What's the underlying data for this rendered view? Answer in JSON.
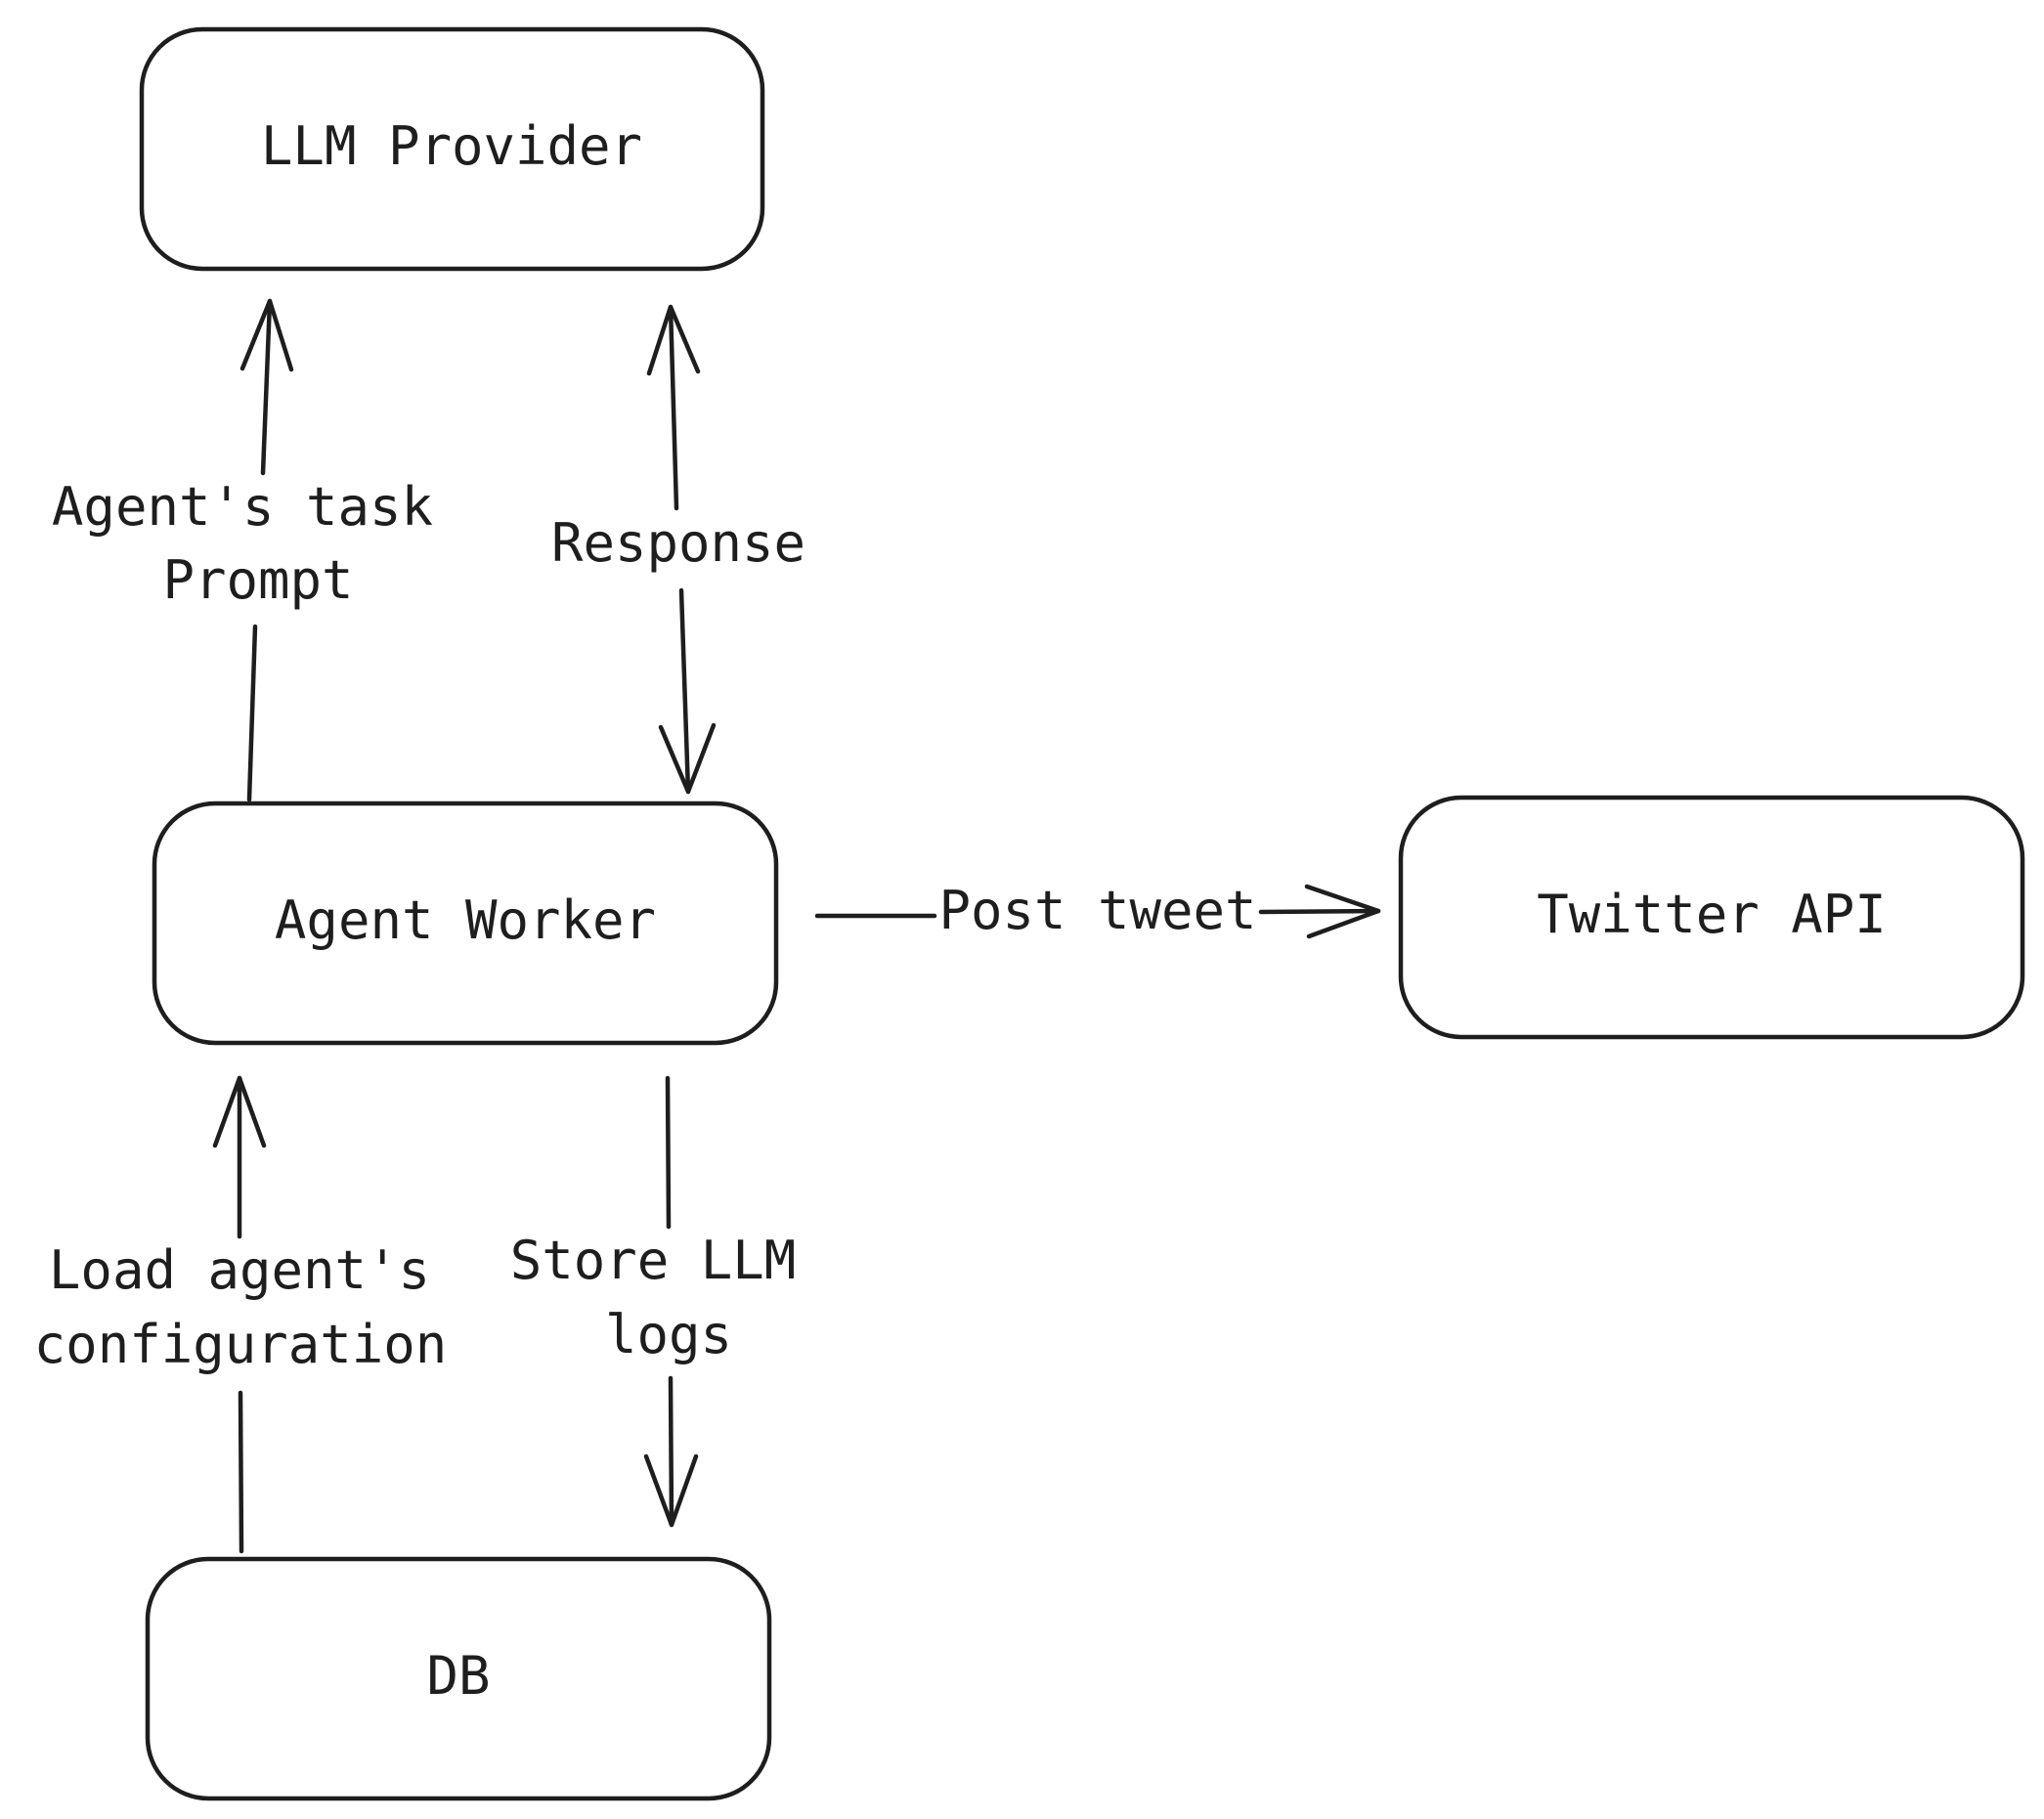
{
  "colors": {
    "ink": "#1e1e1e",
    "background": "#ffffff"
  },
  "nodes": {
    "llm_provider": "LLM Provider",
    "agent_worker": "Agent Worker",
    "twitter_api": "Twitter API",
    "db": "DB"
  },
  "edges": {
    "task_prompt": [
      "Agent's task",
      "Prompt"
    ],
    "response": "Response",
    "post_tweet": "Post tweet",
    "load_config": [
      "Load agent's",
      "configuration"
    ],
    "store_logs": [
      "Store LLM",
      "logs"
    ]
  }
}
